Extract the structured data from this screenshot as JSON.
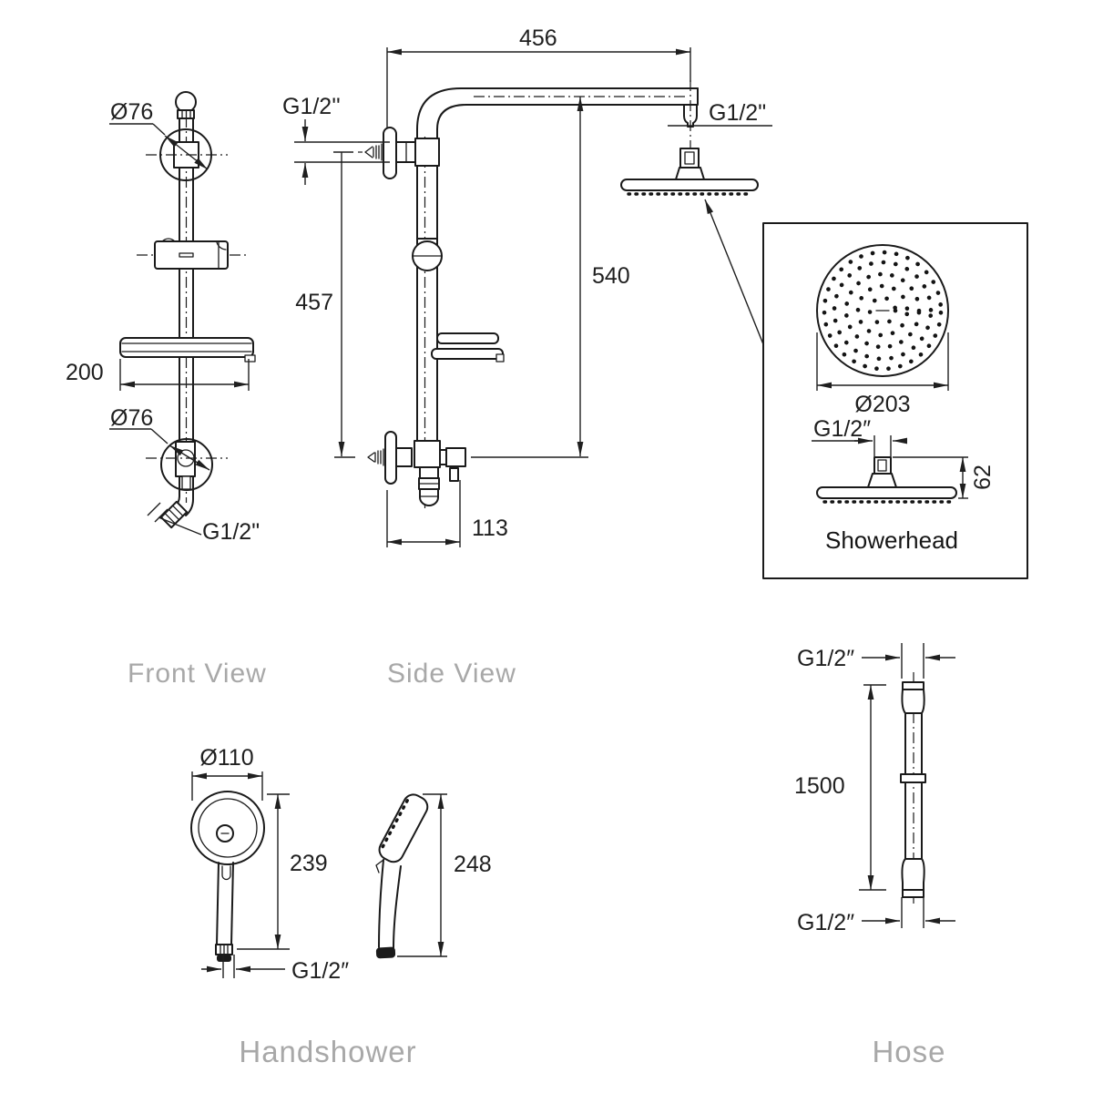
{
  "colors": {
    "line": "#1a1a1a",
    "dimension_text": "#1f1f1f",
    "view_label": "#a8a8a8",
    "background": "#ffffff"
  },
  "front_view": {
    "label": "Front View",
    "dia_top": "Ø76",
    "dia_bottom": "Ø76",
    "shelf_width": "200",
    "outlet_thread": "G1/2\""
  },
  "side_view": {
    "label": "Side View",
    "arm_length": "456",
    "wall_thread": "G1/2''",
    "arm_thread": "G1/2\"",
    "rail_height": "457",
    "head_drop": "540",
    "outlet_offset": "113"
  },
  "showerhead": {
    "label": "Showerhead",
    "diameter": "Ø203",
    "thread": "G1/2″",
    "height": "62"
  },
  "handshower": {
    "label": "Handshower",
    "diameter": "Ø110",
    "front_height": "239",
    "side_height": "248",
    "thread": "G1/2″"
  },
  "hose": {
    "label": "Hose",
    "top_thread": "G1/2″",
    "length": "1500",
    "bottom_thread": "G1/2″"
  }
}
